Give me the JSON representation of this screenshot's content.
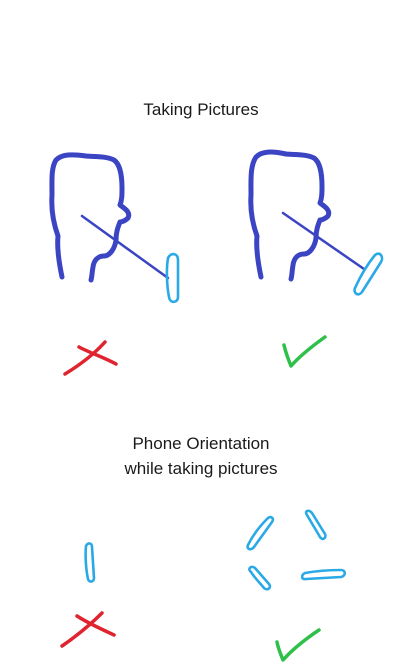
{
  "section1": {
    "title": "Taking Pictures"
  },
  "section2": {
    "title_line1": "Phone Orientation",
    "title_line2": "while taking pictures"
  },
  "colors": {
    "head_outline": "#3b45c4",
    "phone_outline": "#29a9e6",
    "wrong_mark": "#e0242f",
    "correct_mark": "#2fc04a"
  },
  "icons": {
    "wrong": "cross-mark-icon",
    "correct": "check-mark-icon"
  }
}
